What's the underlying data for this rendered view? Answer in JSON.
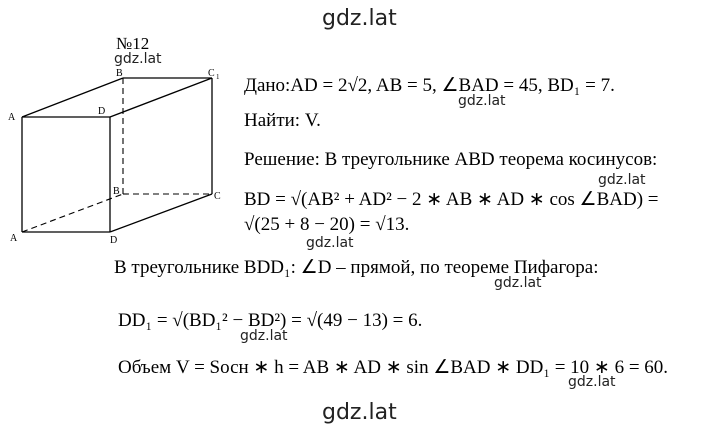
{
  "watermark": {
    "top": "gdz.lat",
    "bottom": "gdz.lat",
    "inline": "gdz.lat"
  },
  "problem_number": "№12",
  "figure": {
    "labels": {
      "B_top": "B",
      "C_top": "C",
      "A_top": "A",
      "D_top": "D",
      "B_bottom": "B",
      "C_bottom": "C",
      "A_bottom": "A",
      "D_bottom": "D",
      "sub_1": "1"
    }
  },
  "solution": {
    "given": "Дано:AD = 2√2, AB = 5, ∠BAD = 45, BD₁ = 7.",
    "find": "Найти: V.",
    "solution_intro": "Решение: В треугольнике ABD теорема косинусов:",
    "cosine_law_1": "BD = √(AB² + AD² − 2 ∗ AB ∗ AD ∗ cos ∠BAD) =",
    "cosine_law_2": "√(25 + 8 − 20) = √13.",
    "pythagoras_intro": "В треугольнике BDD₁: ∠D – прямой, по теореме Пифагора:",
    "pythagoras": "DD₁ = √(BD₁² − BD²) = √(49 − 13) = 6.",
    "volume": "Объем V = Sосн ∗ h = AB ∗ AD ∗ sin ∠BAD ∗ DD₁ = 10 ∗ 6 = 60."
  }
}
